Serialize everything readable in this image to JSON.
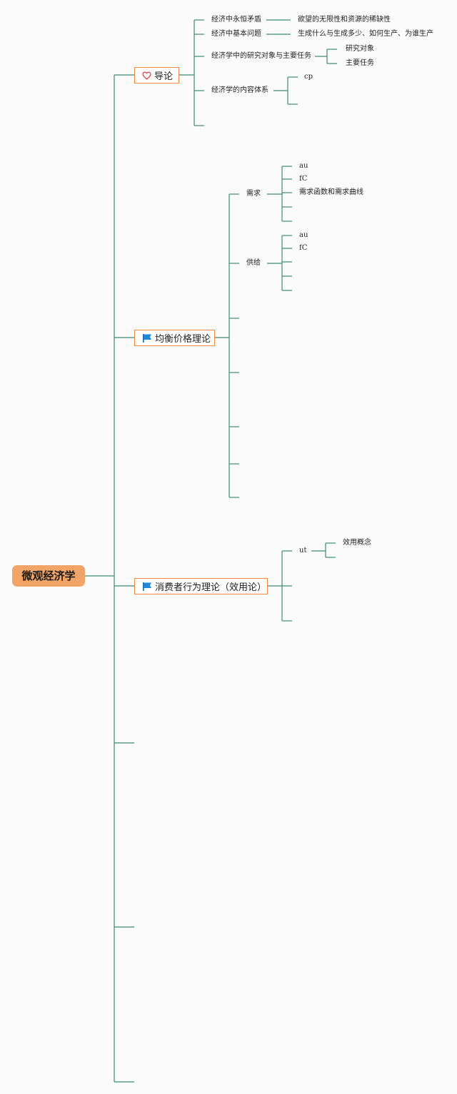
{
  "root": {
    "label": "微观经济学"
  },
  "topics": {
    "intro": {
      "label": "导论",
      "icon": "heart-icon",
      "children": {
        "c1": {
          "label": "经济中永恒矛盾",
          "detail": "欲望的无限性和资源的稀缺性"
        },
        "c2": {
          "label": "经济中基本问题",
          "detail": "生成什么与生成多少、如何生产、为谁生产"
        },
        "c3": {
          "label": "经济学中的研究对象与主要任务",
          "sub": [
            "研究对象",
            "主要任务"
          ]
        },
        "c4": {
          "label": "经济学的内容体系",
          "sub": [
            "cp"
          ]
        }
      }
    },
    "equilibrium": {
      "label": "均衡价格理论",
      "icon": "blue-flag-icon",
      "children": {
        "demand": {
          "label": "需求",
          "sub": [
            "au",
            "fC",
            "需求函数和需求曲线"
          ]
        },
        "supply": {
          "label": "供给",
          "sub": [
            "au",
            "fC"
          ]
        }
      }
    },
    "consumer": {
      "label": "消费者行为理论（效用论）",
      "icon": "blue-flag-icon",
      "children": {
        "ut": {
          "label": "ut",
          "sub": [
            "效用概念"
          ]
        }
      }
    }
  },
  "colors": {
    "line": "#3f8a72",
    "root_fill": "#f2a466",
    "topic_border": "#ef8b4a",
    "flag": "#1e88d8",
    "heart": "#e0464a"
  }
}
